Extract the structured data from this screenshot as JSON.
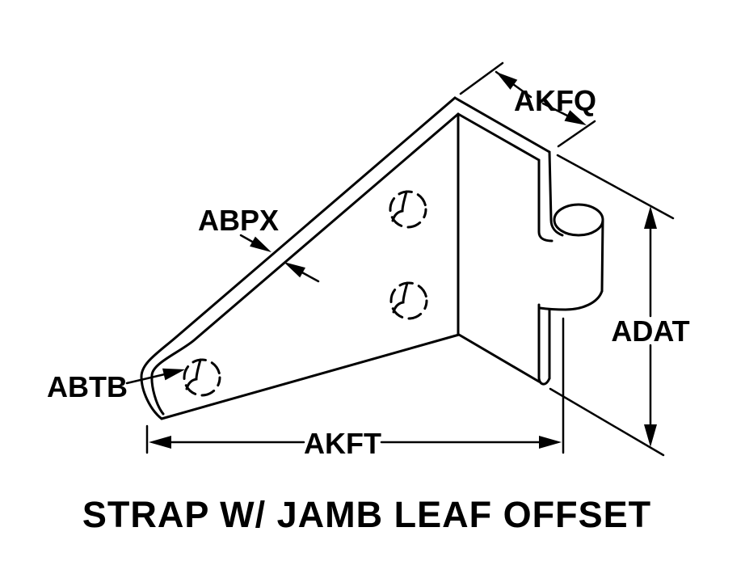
{
  "figure": {
    "title": "STRAP W/ JAMB LEAF OFFSET",
    "background_color": "#ffffff",
    "line_color": "#000000",
    "labels": {
      "akfq": "AKFQ",
      "abpx": "ABPX",
      "abtb": "ABTB",
      "adat": "ADAT",
      "akft": "AKFT"
    }
  }
}
